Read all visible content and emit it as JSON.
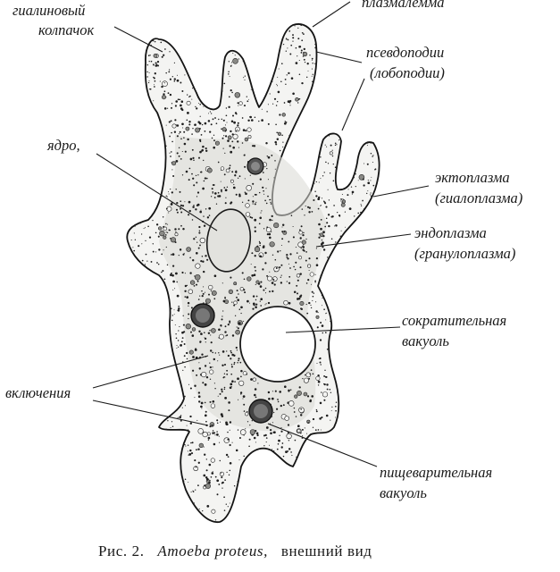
{
  "labels": {
    "plasmalemma": "плазмалемма",
    "hyaline_cap_1": "гиалиновый",
    "hyaline_cap_2": "колпачок",
    "pseudopodia_1": "псевдоподии",
    "pseudopodia_2": "(лобоподии)",
    "nucleus": "ядро,",
    "ectoplasm_1": "эктоплазма",
    "ectoplasm_2": "(гиалоплазма)",
    "endoplasm_1": "эндоплазма",
    "endoplasm_2": "(гранулоплазма)",
    "contractile_1": "сократительная",
    "contractile_2": "вакуоль",
    "inclusions": "включения",
    "digestive_1": "пищеварительная",
    "digestive_2": "вакуоль"
  },
  "caption": {
    "prefix": "Рис. 2.",
    "species": "Amoeba proteus,",
    "suffix": "внешний вид"
  },
  "colors": {
    "ink": "#1a1a1a",
    "cytoplasm": "#f4f4f2",
    "nucleus": "#e2e2de"
  }
}
